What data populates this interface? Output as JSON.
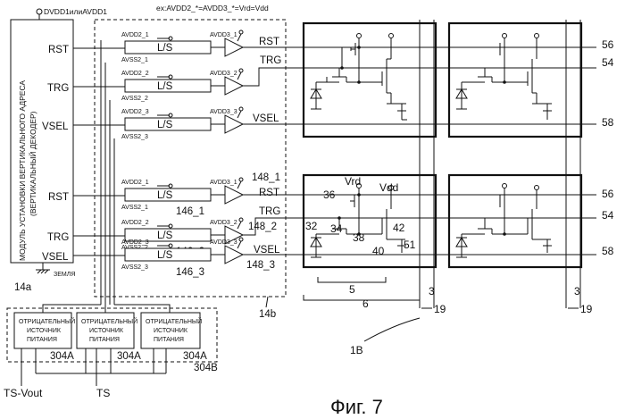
{
  "header": {
    "supply_label": "DVDD1илиAVDD1",
    "formula": "ex:AVDD2_*=AVDD3_*=Vrd=Vdd"
  },
  "vertical_module": {
    "title_line1": "МОДУЛЬ УСТАНОВКИ ВЕРТИКАЛЬНОГО АДРЕСА",
    "title_line2": "(ВЕРТИКАЛЬНЫЙ ДЕКОДЕР)",
    "ground_label": "ЗЕМЛЯ",
    "ref": "14a",
    "rows": [
      {
        "signal": "RST"
      },
      {
        "signal": "TRG"
      },
      {
        "signal": "VSEL"
      },
      {
        "signal": "RST"
      },
      {
        "signal": "TRG"
      },
      {
        "signal": "VSEL"
      }
    ]
  },
  "driver_block": {
    "ref": "14b",
    "ls_label": "L/S",
    "stages": [
      {
        "avdd2": "AVDD2_1",
        "avss2": "AVSS2_1",
        "avdd3": "AVDD3_1",
        "out": "RST"
      },
      {
        "avdd2": "AVDD2_2",
        "avss2": "AVSS2_2",
        "avdd3": "AVDD3_2",
        "out": "TRG"
      },
      {
        "avdd2": "AVDD2_3",
        "avss2": "AVSS2_3",
        "avdd3": "AVDD3_3",
        "out": "VSEL"
      },
      {
        "avdd2": "AVDD2_1",
        "avss2": "AVSS2_1",
        "avdd3": "AVDD3_1",
        "out": "RST",
        "ls_ref": "146_1",
        "buf_ref": "148_1"
      },
      {
        "avdd2": "AVDD2_2",
        "avss2": "AVSS2_2",
        "avdd3": "AVDD3_2",
        "out": "TRG",
        "ls_ref": "146_2",
        "buf_ref": "148_2"
      },
      {
        "avdd2": "AVDD2_3",
        "avss2": "AVSS2_3",
        "avdd3": "AVDD3_3",
        "out": "VSEL",
        "ls_ref": "146_3",
        "buf_ref": "148_3"
      }
    ]
  },
  "negative_supplies": {
    "box_text": [
      "ОТРИЦАТЕЛЬНЫЙ",
      "ИСТОЧНИК",
      "ПИТАНИЯ"
    ],
    "unit_ref": "304A",
    "group_ref": "304B",
    "input_left": "TS-Vout",
    "input_mid": "TS"
  },
  "pixel_array": {
    "vrd": "Vrd",
    "vdd": "Vdd",
    "refs": {
      "r36": "36",
      "r32": "32",
      "r34": "34",
      "r38": "38",
      "r42": "42",
      "r51": "51",
      "r40": "40",
      "r5": "5",
      "r6": "6",
      "r1b": "1B",
      "r3a": "3",
      "r3b": "3",
      "r19a": "19",
      "r19b": "19",
      "r56a": "56",
      "r54a": "54",
      "r58a": "58",
      "r56b": "56",
      "r54b": "54",
      "r58b": "58"
    }
  },
  "figure_caption": "Фиг. 7"
}
